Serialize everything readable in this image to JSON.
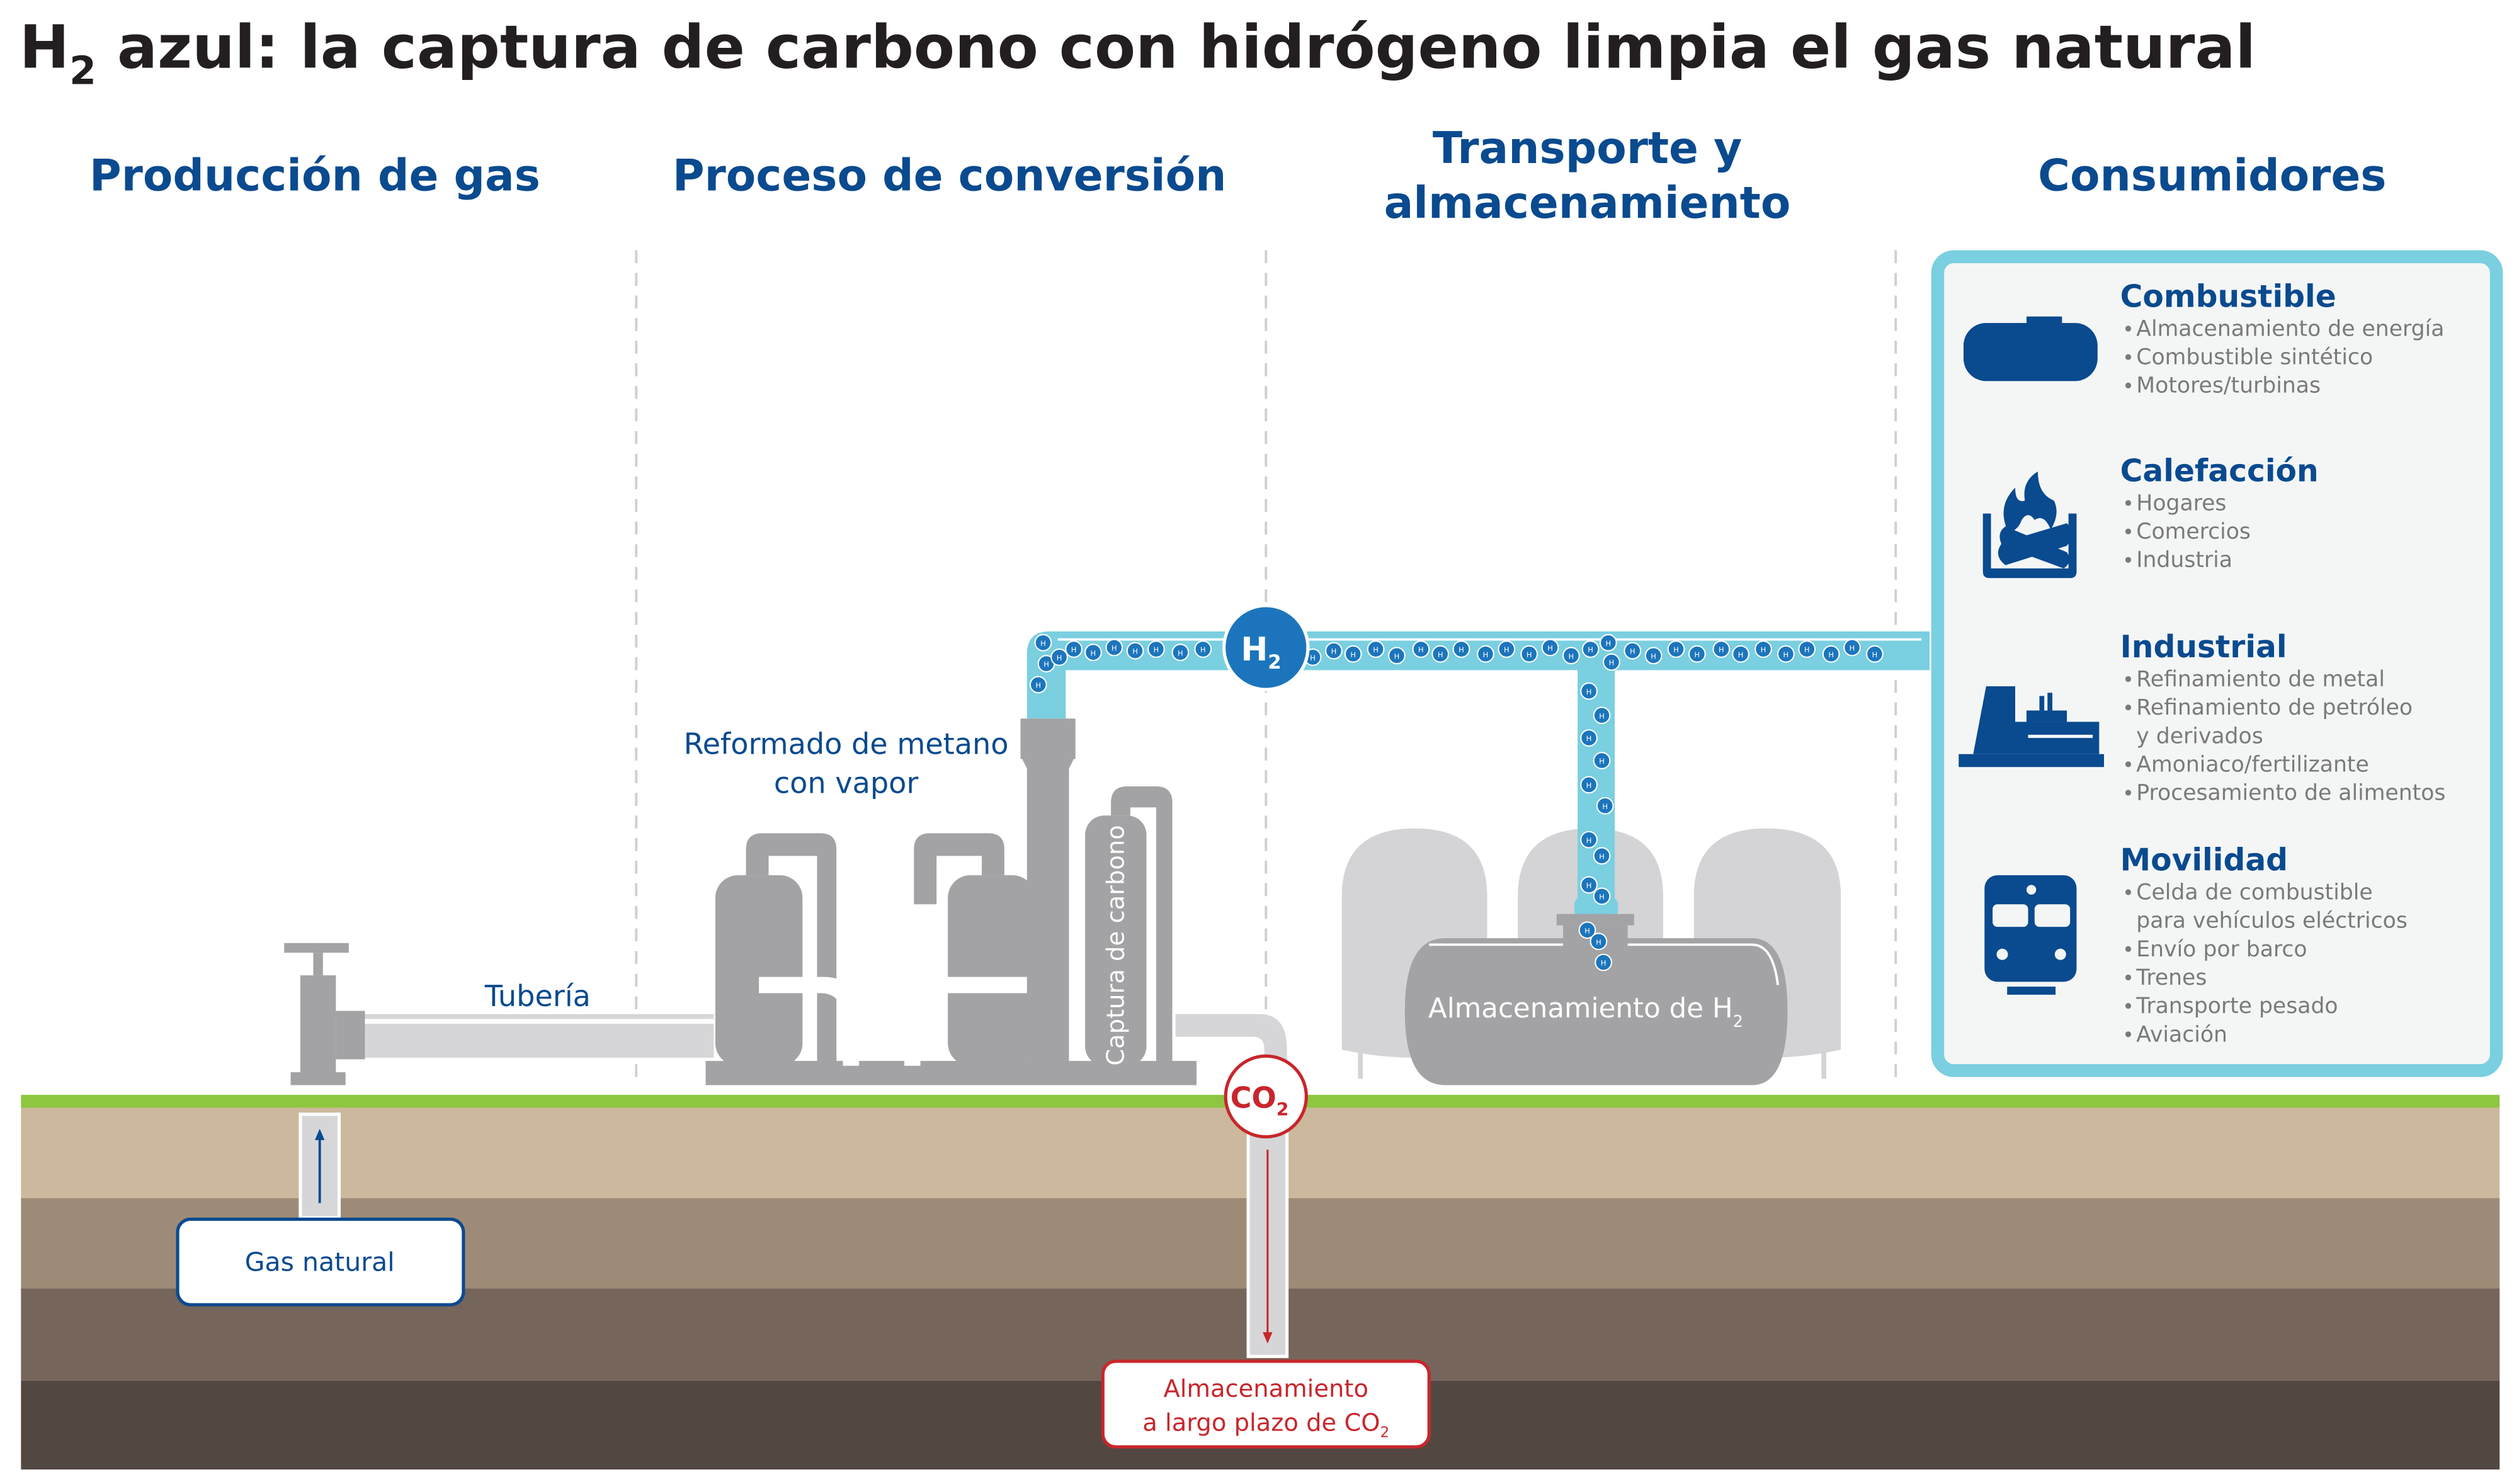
{
  "title": {
    "prefix": "H",
    "sub": "2",
    "rest": " azul: la captura de carbono con hidrógeno limpia el gas natural"
  },
  "sections": {
    "production": "Producción de gas",
    "conversion": "Proceso de conversión",
    "transport_line1": "Transporte y",
    "transport_line2": "almacenamiento",
    "consumers": "Consumidores"
  },
  "labels": {
    "pipeline": "Tubería",
    "reforming_line1": "Reformado de metano",
    "reforming_line2": "con vapor",
    "carbon_capture": "Captura de carbono",
    "h2_badge": {
      "main": "H",
      "sub": "2"
    },
    "co2_badge": {
      "main": "CO",
      "sub": "2"
    },
    "h2_storage": {
      "main": "Almacenamiento de H",
      "sub": "2"
    },
    "natural_gas": "Gas natural",
    "co2_storage_line1": "Almacenamiento",
    "co2_storage_line2": {
      "main": "a largo plazo de CO",
      "sub": "2"
    },
    "bubble": {
      "main": "H",
      "sub": "2"
    }
  },
  "consumers": [
    {
      "title": "Combustible",
      "icon": "tank-icon",
      "items": [
        "Almacenamiento de energía",
        "Combustible sintético",
        "Motores/turbinas"
      ]
    },
    {
      "title": "Calefacción",
      "icon": "fire-icon",
      "items": [
        "Hogares",
        "Comercios",
        "Industria"
      ]
    },
    {
      "title": "Industrial",
      "icon": "factory-icon",
      "items": [
        "Refinamiento de metal",
        "Refinamiento de petróleo",
        "y derivados",
        "Amoniaco/fertilizante",
        "Procesamiento de alimentos"
      ]
    },
    {
      "title": "Movilidad",
      "icon": "train-icon",
      "items": [
        "Celda de combustible",
        "para vehículos eléctricos",
        "Envío por barco",
        "Trenes",
        "Transporte pesado",
        "Aviación"
      ]
    }
  ],
  "colors": {
    "brand_blue": "#0a4a8f",
    "h2_blue": "#1c75bc",
    "pipe_blue": "#7acfe0",
    "co2_red": "#c8262b",
    "grass": "#8dc63f"
  }
}
